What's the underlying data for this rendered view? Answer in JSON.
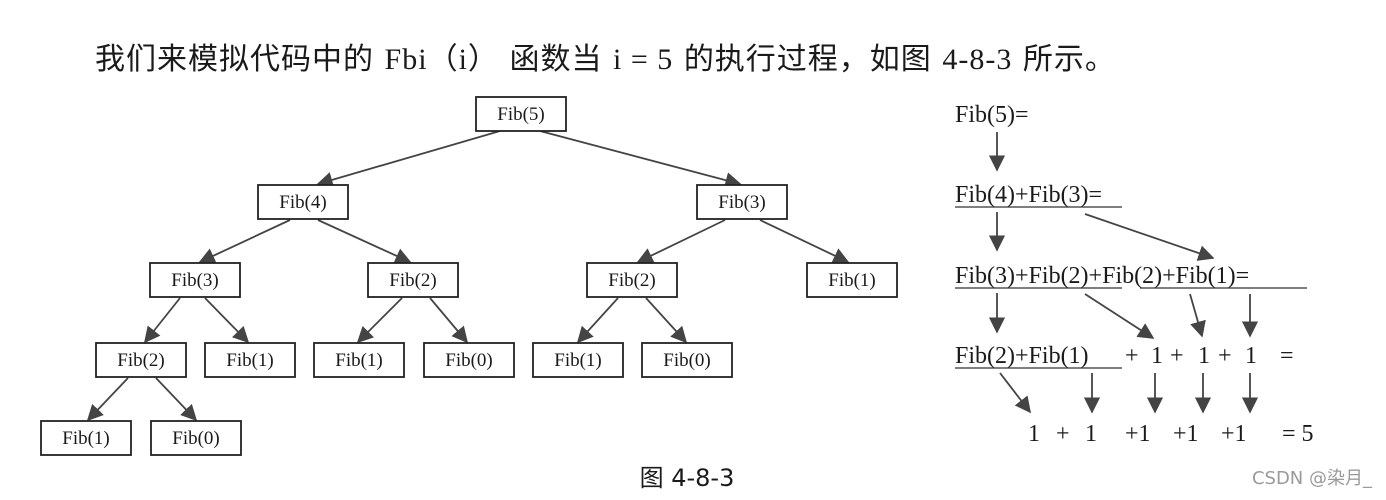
{
  "heading": {
    "pre": "我们来模拟代码中的",
    "fn": "Fbi（i）",
    "mid": "函数当",
    "cond": "i = 5",
    "post": "的执行过程，如图",
    "ref": "4-8-3",
    "end": "所示。"
  },
  "tree": {
    "nodes": [
      "Fib(5)",
      "Fib(4)",
      "Fib(3)",
      "Fib(3)",
      "Fib(2)",
      "Fib(2)",
      "Fib(1)",
      "Fib(2)",
      "Fib(1)",
      "Fib(1)",
      "Fib(0)",
      "Fib(1)",
      "Fib(0)",
      "Fib(1)",
      "Fib(0)"
    ]
  },
  "expansion": {
    "line1": "Fib(5)=",
    "line2": [
      "Fib(4)",
      "+",
      "Fib(3)",
      "="
    ],
    "line3": [
      "Fib(3)",
      "+",
      "Fib(2)",
      "+",
      "Fib(2)",
      "+",
      "Fib(1)",
      "="
    ],
    "line4": [
      "Fib(2)",
      "+",
      "Fib(1)",
      "+",
      "1",
      "+",
      "1",
      "+",
      "1",
      "="
    ],
    "line5": [
      "1",
      "+",
      "1",
      "+1",
      "+1",
      "+1",
      "= 5"
    ]
  },
  "caption": "图 4-8-3",
  "watermark": "CSDN @染月_"
}
